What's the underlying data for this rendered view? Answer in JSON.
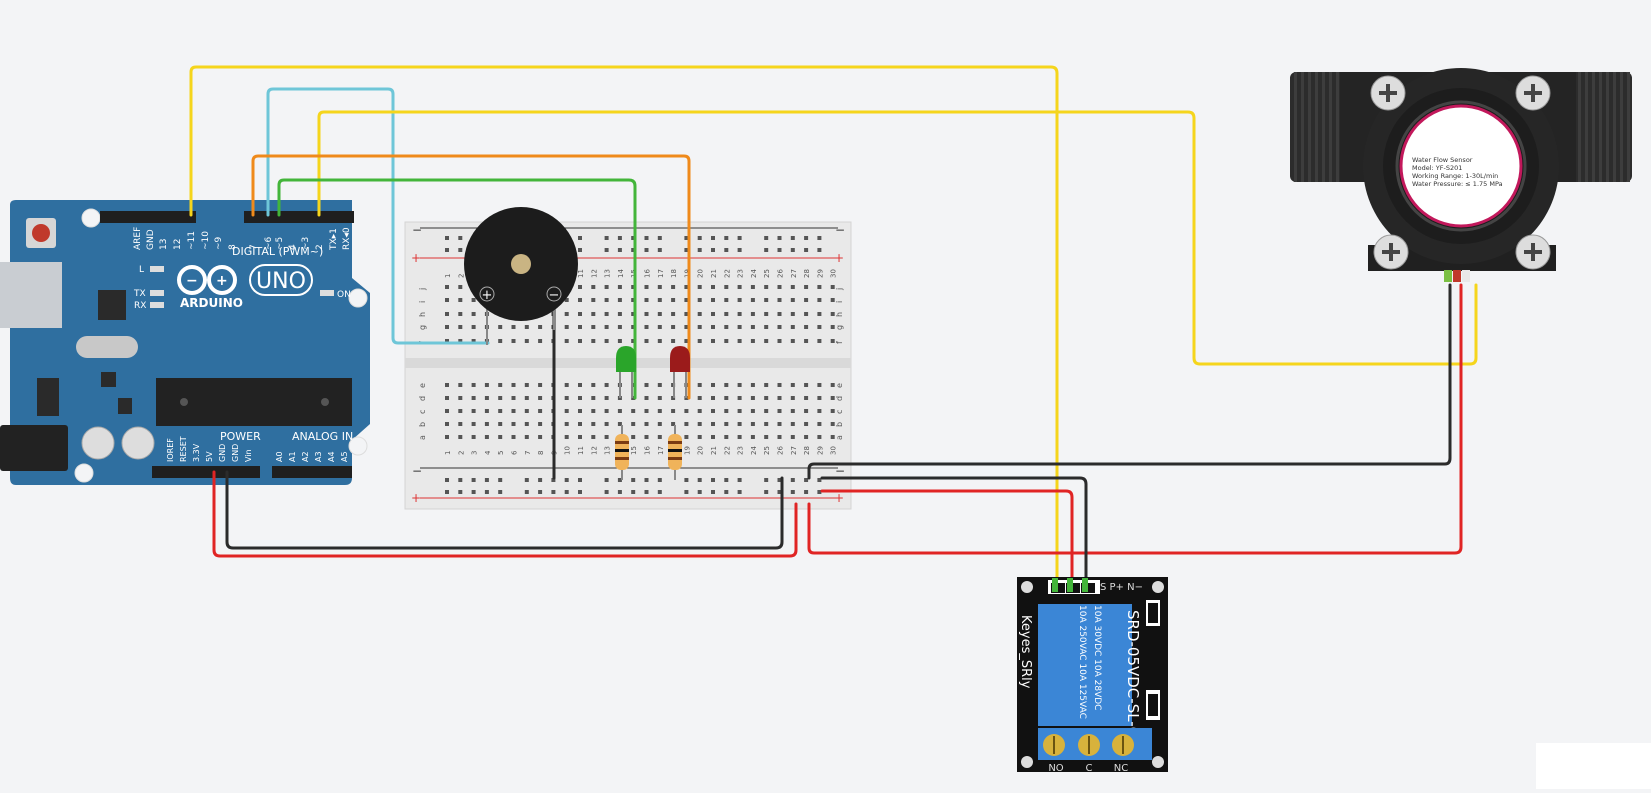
{
  "arduino": {
    "brand": "ARDUINO",
    "model": "UNO",
    "digital_label": "DIGITAL (PWM~)",
    "power_label": "POWER",
    "analog_label": "ANALOG IN",
    "on_label": "ON",
    "led_l": "L",
    "led_tx": "TX",
    "led_rx": "RX",
    "digital_pins": [
      "AREF",
      "GND",
      "13",
      "12",
      "~11",
      "~10",
      "~9",
      "8",
      "7",
      "~6",
      "~5",
      "4",
      "~3",
      "2",
      "TX▸1",
      "RX◂0"
    ],
    "power_pins": [
      "IOREF",
      "RESET",
      "3.3V",
      "5V",
      "GND",
      "GND",
      "Vin"
    ],
    "analog_pins": [
      "A0",
      "A1",
      "A2",
      "A3",
      "A4",
      "A5"
    ]
  },
  "breadboard": {
    "rows_top": [
      "j",
      "i",
      "h",
      "g",
      "f"
    ],
    "rows_bottom": [
      "e",
      "d",
      "c",
      "b",
      "a"
    ],
    "columns": [
      "1",
      "2",
      "3",
      "4",
      "5",
      "6",
      "7",
      "8",
      "9",
      "10",
      "11",
      "12",
      "13",
      "14",
      "15",
      "16",
      "17",
      "18",
      "19",
      "20",
      "21",
      "22",
      "23",
      "24",
      "25",
      "26",
      "27",
      "28",
      "29",
      "30"
    ],
    "minus": "−",
    "plus": "+"
  },
  "buzzer": {
    "plus": "+",
    "minus": "−"
  },
  "flow_sensor": {
    "lines": [
      "Water Flow Sensor",
      "Model: YF-S201",
      "Working Range: 1-30L/min",
      "Water Pressure: ≤ 1.75 MPa"
    ]
  },
  "relay": {
    "brand": "Keyes_SRly",
    "part": "SRD-05VDC-SL-C",
    "rating_lines": [
      "10A 250VAC  10A 125VAC",
      "10A 30VDC  10A 28VDC"
    ],
    "pin_labels": "S  P+  N−",
    "terminals": [
      "NO",
      "C",
      "NC"
    ]
  },
  "colors": {
    "yellow": "#f5d51c",
    "blue": "#6ec6d8",
    "orange": "#ef8a1b",
    "green": "#43b53a",
    "black": "#2b2b2b",
    "red": "#e02424",
    "arduino": "#2f6fa0",
    "relay_blue": "#3b86d6"
  }
}
